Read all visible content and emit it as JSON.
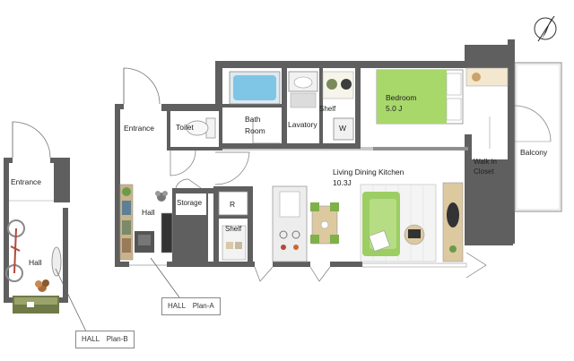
{
  "rooms": {
    "entrance_b": "Entrance",
    "hall_b": "Hall",
    "entrance_a": "Entrance",
    "toilet": "Toilet",
    "bath_room_1": "Bath",
    "bath_room_2": "Room",
    "lavatory": "Lavatory",
    "shelf_top": "Shelf",
    "washer": "W",
    "bedroom": "Bedroom",
    "bedroom_size": "5.0 J",
    "walk_in_closet_1": "Walk in",
    "walk_in_closet_2": "Closet",
    "balcony": "Balcony",
    "hall_a": "Hall",
    "storage": "Storage",
    "refrigerator": "R",
    "shelf_kitchen": "Shelf",
    "ldk": "Living Dining Kitchen",
    "ldk_size": "10.3J"
  },
  "notes": {
    "hall_plan_a": "HALL　Plan-A",
    "hall_plan_b": "HALL　Plan-B"
  },
  "compass": {
    "direction": "N"
  },
  "colors": {
    "wall": "#5f5f5f",
    "bed_green": "#a8d86a",
    "sofa_green": "#9cce63",
    "bath_blue": "#7fc6e6",
    "floor": "#ffffff"
  }
}
